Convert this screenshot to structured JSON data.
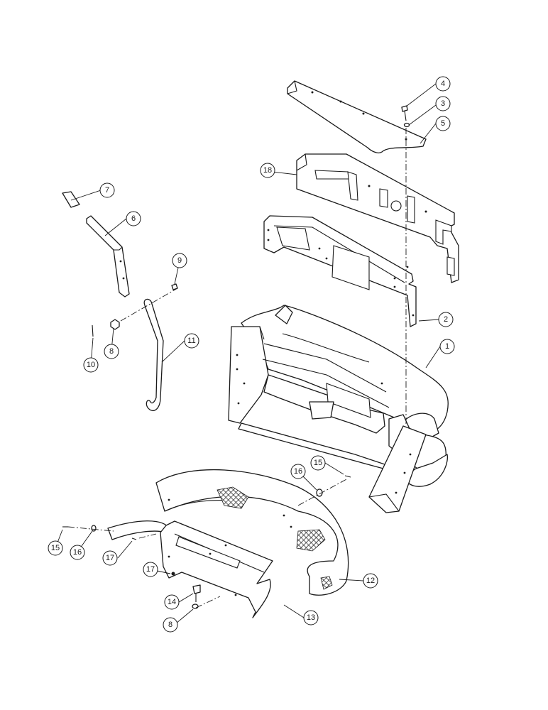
{
  "callouts": [
    {
      "id": "c1",
      "label": "1"
    },
    {
      "id": "c2",
      "label": "2"
    },
    {
      "id": "c3",
      "label": "3"
    },
    {
      "id": "c4",
      "label": "4"
    },
    {
      "id": "c5",
      "label": "5"
    },
    {
      "id": "c6",
      "label": "6"
    },
    {
      "id": "c7",
      "label": "7"
    },
    {
      "id": "c8a",
      "label": "8"
    },
    {
      "id": "c8b",
      "label": "8"
    },
    {
      "id": "c9",
      "label": "9"
    },
    {
      "id": "c10",
      "label": "10"
    },
    {
      "id": "c11",
      "label": "11"
    },
    {
      "id": "c12",
      "label": "12"
    },
    {
      "id": "c13",
      "label": "13"
    },
    {
      "id": "c14",
      "label": "14"
    },
    {
      "id": "c15a",
      "label": "15"
    },
    {
      "id": "c15b",
      "label": "15"
    },
    {
      "id": "c16a",
      "label": "16"
    },
    {
      "id": "c16b",
      "label": "16"
    },
    {
      "id": "c17a",
      "label": "17"
    },
    {
      "id": "c17b",
      "label": "17"
    },
    {
      "id": "c18",
      "label": "18"
    }
  ]
}
